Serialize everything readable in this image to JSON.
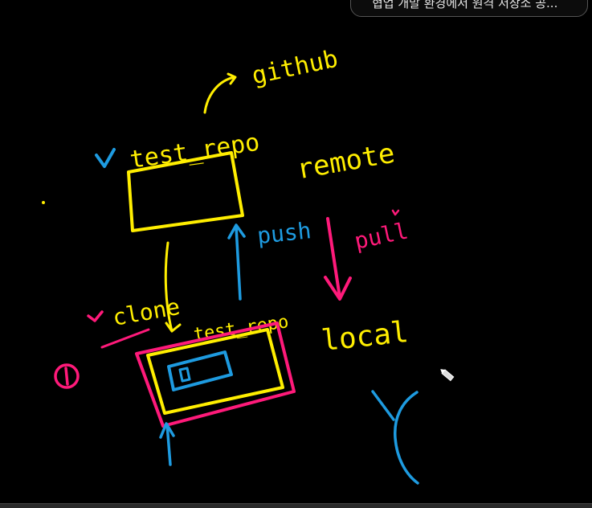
{
  "caption": {
    "text": "협업 개발 환경에서 원격 저장소 공..."
  },
  "colors": {
    "background": "#000000",
    "yellow": "#ffee00",
    "blue": "#1e9be0",
    "magenta": "#ff1a7a"
  },
  "labels": {
    "github": "github",
    "remote_repo": "test_repo",
    "remote": "remote",
    "push": "push",
    "pull": "pull",
    "clone": "clone",
    "local_repo": "test_repo",
    "local": "local",
    "step_marker": "①"
  },
  "icons": {
    "pen_cursor": "pencil-cursor-icon"
  }
}
